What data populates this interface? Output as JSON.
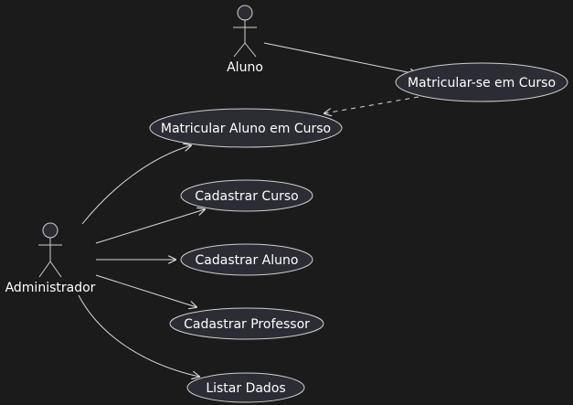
{
  "diagram": {
    "actors": [
      {
        "id": "aluno",
        "label": "Aluno"
      },
      {
        "id": "administrador",
        "label": "Administrador"
      }
    ],
    "use_cases": [
      {
        "id": "matricular-se",
        "label": "Matricular-se em Curso"
      },
      {
        "id": "matricular-aluno",
        "label": "Matricular Aluno em Curso"
      },
      {
        "id": "cadastrar-curso",
        "label": "Cadastrar Curso"
      },
      {
        "id": "cadastrar-aluno",
        "label": "Cadastrar Aluno"
      },
      {
        "id": "cadastrar-professor",
        "label": "Cadastrar Professor"
      },
      {
        "id": "listar-dados",
        "label": "Listar Dados"
      }
    ],
    "relations": [
      {
        "from": "aluno",
        "to": "matricular-se",
        "style": "solid"
      },
      {
        "from": "matricular-se",
        "to": "matricular-aluno",
        "style": "dashed"
      },
      {
        "from": "administrador",
        "to": "matricular-aluno",
        "style": "solid"
      },
      {
        "from": "administrador",
        "to": "cadastrar-curso",
        "style": "solid"
      },
      {
        "from": "administrador",
        "to": "cadastrar-aluno",
        "style": "solid"
      },
      {
        "from": "administrador",
        "to": "cadastrar-professor",
        "style": "solid"
      },
      {
        "from": "administrador",
        "to": "listar-dados",
        "style": "solid"
      }
    ]
  }
}
